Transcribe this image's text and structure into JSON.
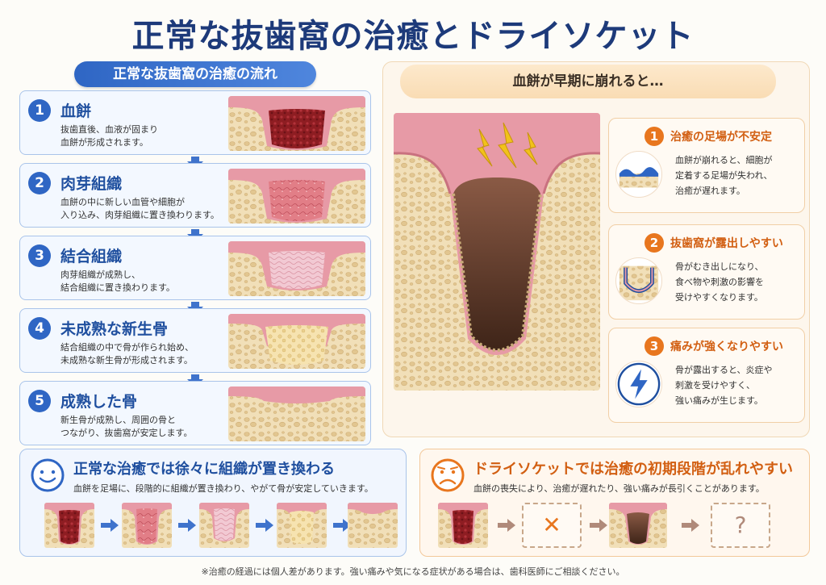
{
  "title": "正常な抜歯窩の治癒とドライソケット",
  "left": {
    "header": "正常な抜歯窩の治癒の流れ",
    "steps": [
      {
        "num": "1",
        "title": "血餅",
        "desc": "抜歯直後、血液が固まり\n血餅が形成されます。"
      },
      {
        "num": "2",
        "title": "肉芽組織",
        "desc": "血餅の中に新しい血管や細胞が\n入り込み、肉芽組織に置き換わります。"
      },
      {
        "num": "3",
        "title": "結合組織",
        "desc": "肉芽組織が成熟し、\n結合組織に置き換わります。"
      },
      {
        "num": "4",
        "title": "未成熟な新生骨",
        "desc": "結合組織の中で骨が作られ始め、\n未成熟な新生骨が形成されます。"
      },
      {
        "num": "5",
        "title": "成熟した骨",
        "desc": "新生骨が成熟し、周囲の骨と\nつながり、抜歯窩が安定します。"
      }
    ]
  },
  "right": {
    "header": "血餅が早期に崩れると…",
    "risks": [
      {
        "num": "1",
        "title": "治癒の足場が不安定",
        "desc": "血餅が崩れると、細胞が\n定着する足場が失われ、\n治癒が遅れます。"
      },
      {
        "num": "2",
        "title": "抜歯窩が露出しやすい",
        "desc": "骨がむき出しになり、\n食べ物や刺激の影響を\n受けやすくなります。"
      },
      {
        "num": "3",
        "title": "痛みが強くなりやすい",
        "desc": "骨が露出すると、炎症や\n刺激を受けやすく、\n強い痛みが生じます。"
      }
    ]
  },
  "summary_normal": {
    "title": "正常な治癒では徐々に組織が置き換わる",
    "desc": "血餅を足場に、段階的に組織が置き換わり、やがて骨が安定していきます。"
  },
  "summary_dry": {
    "title": "ドライソケットでは治癒の初期段階が乱れやすい",
    "desc": "血餅の喪失により、治癒が遅れたり、強い痛みが長引くことがあります。",
    "cross": "✕",
    "question": "?"
  },
  "footnote": "※治癒の経過には個人差があります。強い痛みや気になる症状がある場合は、歯科医師にご相談ください。",
  "colors": {
    "navy": "#1d3a7a",
    "blue": "#2f66c4",
    "orange": "#e8761e",
    "gum": "#e79aa6",
    "bone": "#f1dfb8",
    "clot": "#8e1d22"
  }
}
